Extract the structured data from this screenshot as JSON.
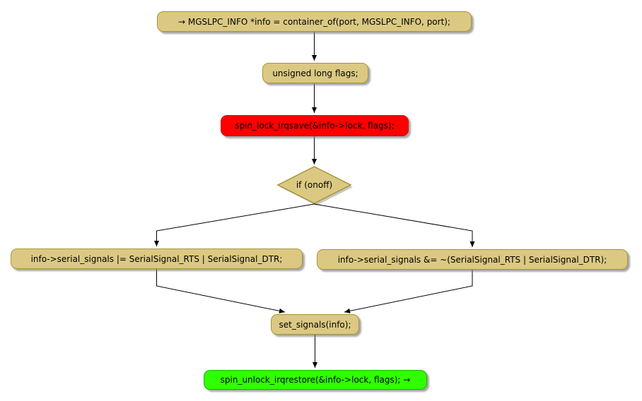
{
  "diagram_type": "activity-flowchart",
  "nodes": {
    "start": "→ MGSLPC_INFO *info = container_of(port, MGSLPC_INFO, port);",
    "declare_flags": "unsigned long flags;",
    "spin_lock": "spin_lock_irqsave(&info->lock, flags);",
    "condition": "if (onoff)",
    "branch_true": "info->serial_signals |= SerialSignal_RTS | SerialSignal_DTR;",
    "branch_false": "info->serial_signals &= ~(SerialSignal_RTS | SerialSignal_DTR);",
    "set_signals": "set_signals(info);",
    "spin_unlock": "spin_unlock_irqrestore(&info->lock, flags); →"
  },
  "colors": {
    "background": "#FFFFFF",
    "node_fill": "#DBC983",
    "node_border": "#A79536",
    "lock_fill": "#FF0000",
    "lock_border": "#C41414",
    "unlock_fill": "#30FF00",
    "unlock_border": "#1FB400",
    "edge": "#000000",
    "text": "#000000"
  }
}
